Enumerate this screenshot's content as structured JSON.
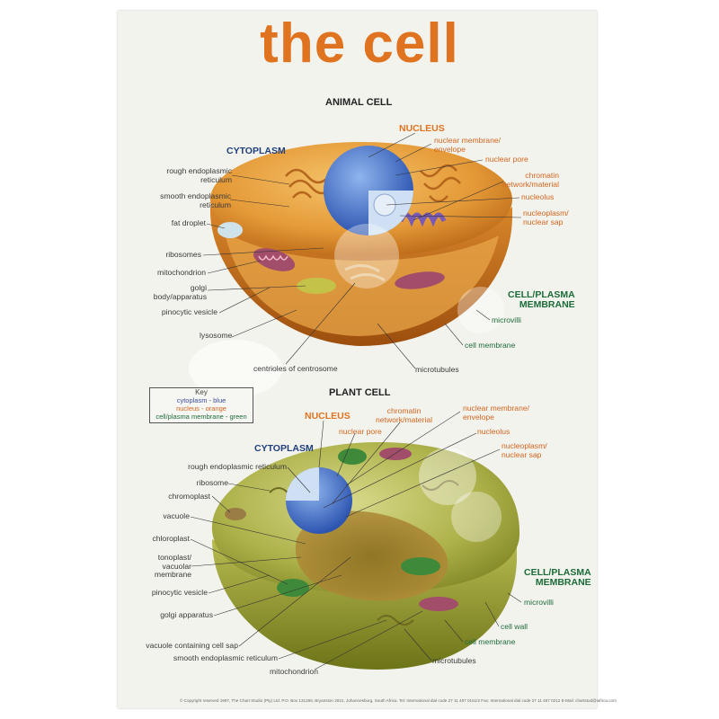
{
  "poster": {
    "title": "the cell",
    "footer": "© Copyright reserved 1997, The Chart Studio (Pty) Ltd.  P.O. Box 131266, Bryanston 2021, Johannesburg, South Africa.  Tel: International dial code 27 11 467 0151/2  Fax: International dial code 27 11 467 0212  E-Mail: chartstud@iafrica.com"
  },
  "animal": {
    "heading": "ANIMAL CELL",
    "cytoplasm": "CYTOPLASM",
    "nucleus": "NUCLEUS",
    "membrane_line1": "CELL/PLASMA",
    "membrane_line2": "MEMBRANE",
    "left": {
      "rer_1": "rough endoplasmic",
      "rer_2": "reticulum",
      "ser_1": "smooth endoplasmic",
      "ser_2": "reticulum",
      "fat": "fat droplet",
      "ribo": "ribosomes",
      "mito": "mitochondrion",
      "golgi_1": "golgi",
      "golgi_2": "body/apparatus",
      "pino": "pinocytic vesicle",
      "lyso": "lysosome"
    },
    "right": {
      "nm_1": "nuclear membrane/",
      "nm_2": "envelope",
      "pore": "nuclear pore",
      "chrom_1": "chromatin",
      "chrom_2": "network/material",
      "nucleolus": "nucleolus",
      "sap_1": "nucleoplasm/",
      "sap_2": "nuclear sap",
      "microvilli": "microvilli",
      "cm": "cell membrane"
    },
    "bottom": {
      "centrioles": "centrioles of centrosome",
      "microtubules": "microtubules"
    }
  },
  "key": {
    "title": "Key",
    "line1": "cytoplasm - blue",
    "line2": "nucleus - orange",
    "line3": "cell/plasma membrane - green",
    "colors": {
      "blue": "#3d4f9a",
      "orange": "#d2651e",
      "green": "#1d6b3a"
    }
  },
  "plant": {
    "heading": "PLANT CELL",
    "nucleus": "NUCLEUS",
    "cytoplasm": "CYTOPLASM",
    "membrane_line1": "CELL/PLASMA",
    "membrane_line2": "MEMBRANE",
    "top": {
      "pore": "nuclear pore",
      "chrom_1": "chromatin",
      "chrom_2": "network/material"
    },
    "left": {
      "rer": "rough endoplasmic reticulum",
      "ribo": "ribosome",
      "chromo": "chromoplast",
      "vac": "vacuole",
      "chloro": "chloroplast",
      "tono_1": "tonoplast/",
      "tono_2": "vacuolar",
      "tono_3": "membrane",
      "pino": "pinocytic vesicle",
      "golgi": "golgi apparatus",
      "vcs": "vacuole containing cell sap",
      "ser": "smooth endoplasmic reticulum"
    },
    "right": {
      "nm_1": "nuclear membrane/",
      "nm_2": "envelope",
      "nucleolus": "nucleolus",
      "sap_1": "nucleoplasm/",
      "sap_2": "nuclear sap",
      "microvilli": "microvilli",
      "wall": "cell wall",
      "cm": "cell membrane"
    },
    "bottom": {
      "microtubules": "microtubules",
      "mito": "mitochondrion"
    }
  }
}
